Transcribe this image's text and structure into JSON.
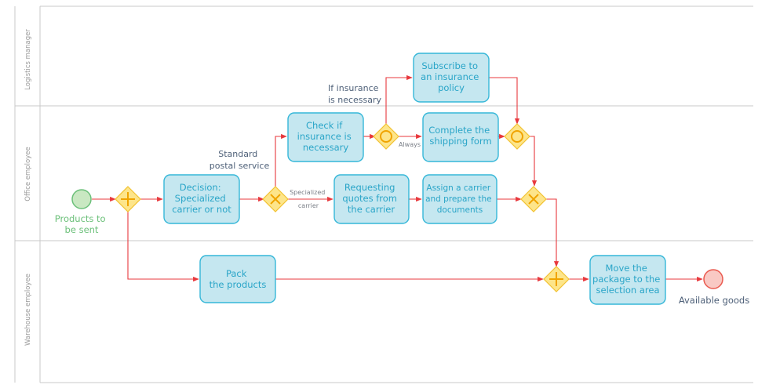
{
  "lanes": [
    {
      "name": "Logistics manager"
    },
    {
      "name": "Office employee"
    },
    {
      "name": "Warehouse employee"
    }
  ],
  "start_event": {
    "label_lines": [
      "Products to",
      "be sent"
    ]
  },
  "end_event": {
    "label": "Available goods"
  },
  "tasks": {
    "decision": [
      "Decision:",
      "Specialized",
      "carrier or not"
    ],
    "pack": [
      "Pack",
      "the products"
    ],
    "check_insurance": [
      "Check if",
      "insurance is",
      "necessary"
    ],
    "requesting_quotes": [
      "Requesting",
      "quotes from",
      "the carrier"
    ],
    "assign_carrier": [
      "Assign a carrier",
      "and prepare the",
      "documents"
    ],
    "subscribe_insurance": [
      "Subscribe to",
      "an insurance",
      "policy"
    ],
    "complete_shipping": [
      "Complete the",
      "shipping form"
    ],
    "move_package": [
      "Move the",
      "package to the",
      "selection area"
    ]
  },
  "flow_labels": {
    "standard_postal": [
      "Standard",
      "postal service"
    ],
    "specialized_carrier": [
      "Specialized",
      "carrier"
    ],
    "if_insurance": [
      "If insurance",
      "is necessary"
    ],
    "always": "Always"
  },
  "colors": {
    "task_fill": "#c5e7f0",
    "task_stroke": "#35b7d8",
    "flow": "#e8383d",
    "gateway_fill": "#fde58a",
    "start_fill": "#c9e8c2",
    "end_fill": "#f9c9c4"
  }
}
